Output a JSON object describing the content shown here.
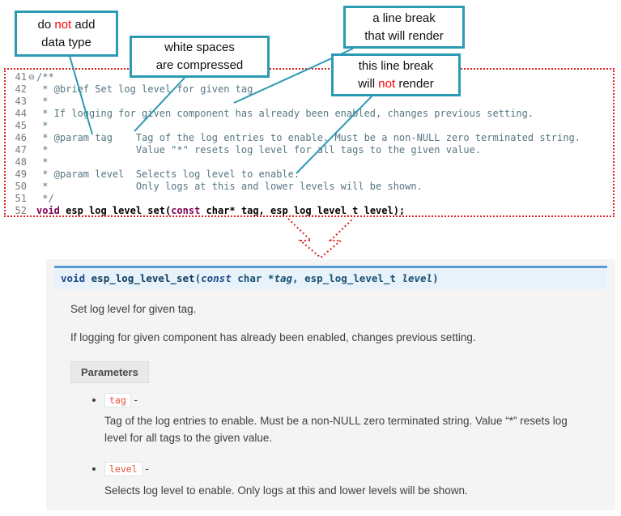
{
  "colors": {
    "accent-teal": "#2b9ab3",
    "alert-red": "#e02020",
    "code-keyword": "#7f0055",
    "code-comment": "#567682",
    "sig-blue-bg": "#e7f2fa",
    "sig-blue-border": "#5b9bd1",
    "sig-text": "#1b4f72",
    "literal-red": "#e74c3c",
    "panel-bg": "#f4f4f4"
  },
  "callouts": {
    "no_datatype": {
      "lines": [
        [
          {
            "t": "do "
          },
          {
            "t": "not",
            "red": true
          },
          {
            "t": " add"
          }
        ],
        [
          {
            "t": "data type"
          }
        ]
      ]
    },
    "whitespace": {
      "lines": [
        [
          {
            "t": "white spaces"
          }
        ],
        [
          {
            "t": "are  compressed"
          }
        ]
      ]
    },
    "break_render": {
      "lines": [
        [
          {
            "t": "a line break"
          }
        ],
        [
          {
            "t": "that will render"
          }
        ]
      ]
    },
    "break_norender": {
      "lines": [
        [
          {
            "t": "this line break"
          }
        ],
        [
          {
            "t": "will "
          },
          {
            "t": "not",
            "red": true
          },
          {
            "t": " render"
          }
        ]
      ]
    }
  },
  "code": {
    "lines": [
      {
        "n": "41",
        "fold": "⊖",
        "segs": [
          {
            "t": "/**",
            "c": "cm"
          }
        ]
      },
      {
        "n": "42",
        "segs": [
          {
            "t": " * @brief Set log level for given tag",
            "c": "cm"
          }
        ]
      },
      {
        "n": "43",
        "segs": [
          {
            "t": " *",
            "c": "cm"
          }
        ]
      },
      {
        "n": "44",
        "segs": [
          {
            "t": " * If logging for given component has already been enabled, changes previous setting.",
            "c": "cm"
          }
        ]
      },
      {
        "n": "45",
        "segs": [
          {
            "t": " *",
            "c": "cm"
          }
        ]
      },
      {
        "n": "46",
        "segs": [
          {
            "t": " * @param tag    Tag of the log entries to enable. Must be a non-NULL zero terminated string.",
            "c": "cm"
          }
        ]
      },
      {
        "n": "47",
        "segs": [
          {
            "t": " *               Value \"*\" resets log level for all tags to the given value.",
            "c": "cm"
          }
        ]
      },
      {
        "n": "48",
        "segs": [
          {
            "t": " *",
            "c": "cm"
          }
        ]
      },
      {
        "n": "49",
        "segs": [
          {
            "t": " * @param level  Selects log level to enable.",
            "c": "cm"
          }
        ]
      },
      {
        "n": "50",
        "segs": [
          {
            "t": " *               Only logs at this and lower levels will be shown.",
            "c": "cm"
          }
        ]
      },
      {
        "n": "51",
        "segs": [
          {
            "t": " */",
            "c": "cm"
          }
        ]
      },
      {
        "n": "52",
        "segs": [
          {
            "t": "void",
            "c": "kw"
          },
          {
            "t": " esp_log_level_set(",
            "c": "code"
          },
          {
            "t": "const",
            "c": "kw"
          },
          {
            "t": " char* tag, esp_log_level_t level);",
            "c": "code"
          }
        ]
      }
    ]
  },
  "docs": {
    "signature": [
      {
        "t": "void",
        "c": "kw"
      },
      {
        "t": " ",
        "c": "pl"
      },
      {
        "t": "esp_log_level_set",
        "c": "name"
      },
      {
        "t": "(",
        "c": "pl"
      },
      {
        "t": "const",
        "c": "kwi"
      },
      {
        "t": " char *",
        "c": "pl"
      },
      {
        "t": "tag",
        "c": "pi"
      },
      {
        "t": ", esp_log_level_t ",
        "c": "pl"
      },
      {
        "t": "level",
        "c": "pi"
      },
      {
        "t": ")",
        "c": "pl"
      }
    ],
    "paragraphs": [
      "Set log level for given tag.",
      "If logging for given component has already been enabled, changes previous setting."
    ],
    "parameters_label": "Parameters",
    "params": [
      {
        "name": "tag",
        "sep": "-",
        "desc": "Tag of the log entries to enable. Must be a non-NULL zero terminated string. Value “*” resets log level for all tags to the given value."
      },
      {
        "name": "level",
        "sep": "-",
        "desc": "Selects log level to enable. Only logs at this and lower levels will be shown."
      }
    ]
  }
}
